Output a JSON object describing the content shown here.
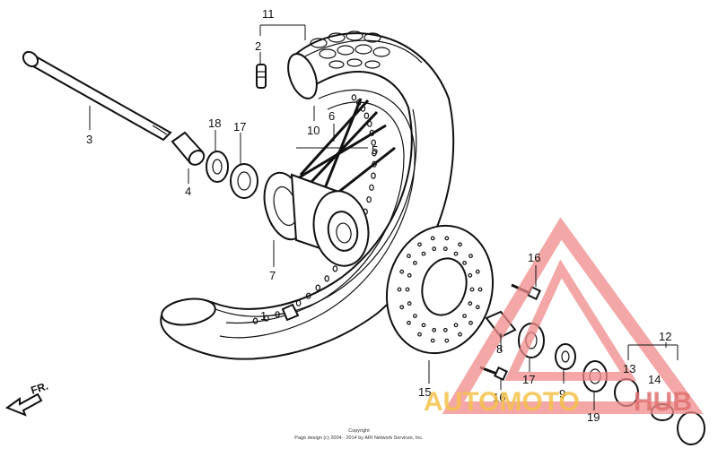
{
  "callouts": [
    {
      "id": "c1",
      "text": "1"
    },
    {
      "id": "c2",
      "text": "2"
    },
    {
      "id": "c3",
      "text": "3"
    },
    {
      "id": "c4",
      "text": "4"
    },
    {
      "id": "c5",
      "text": "5"
    },
    {
      "id": "c6",
      "text": "6"
    },
    {
      "id": "c7",
      "text": "7"
    },
    {
      "id": "c8",
      "text": "8"
    },
    {
      "id": "c9",
      "text": "9"
    },
    {
      "id": "c10",
      "text": "10"
    },
    {
      "id": "c11",
      "text": "11"
    },
    {
      "id": "c12",
      "text": "12"
    },
    {
      "id": "c13",
      "text": "13"
    },
    {
      "id": "c14",
      "text": "14"
    },
    {
      "id": "c15",
      "text": "15"
    },
    {
      "id": "c16a",
      "text": "16"
    },
    {
      "id": "c16b",
      "text": "16"
    },
    {
      "id": "c17a",
      "text": "17"
    },
    {
      "id": "c17b",
      "text": "17"
    },
    {
      "id": "c18",
      "text": "18"
    },
    {
      "id": "c19",
      "text": "19"
    }
  ],
  "direction_label": "FR.",
  "watermark": {
    "part1": "AUTOMOTO",
    "part2": "HUB",
    "color_triangle": "#f08a8a",
    "color_text1": "#f5c24a",
    "color_text2": "#e07070"
  },
  "copyright": {
    "line1": "Copyright",
    "line2": "Page design (c) 2004 - 2014 by ARI Network Services, Inc."
  }
}
